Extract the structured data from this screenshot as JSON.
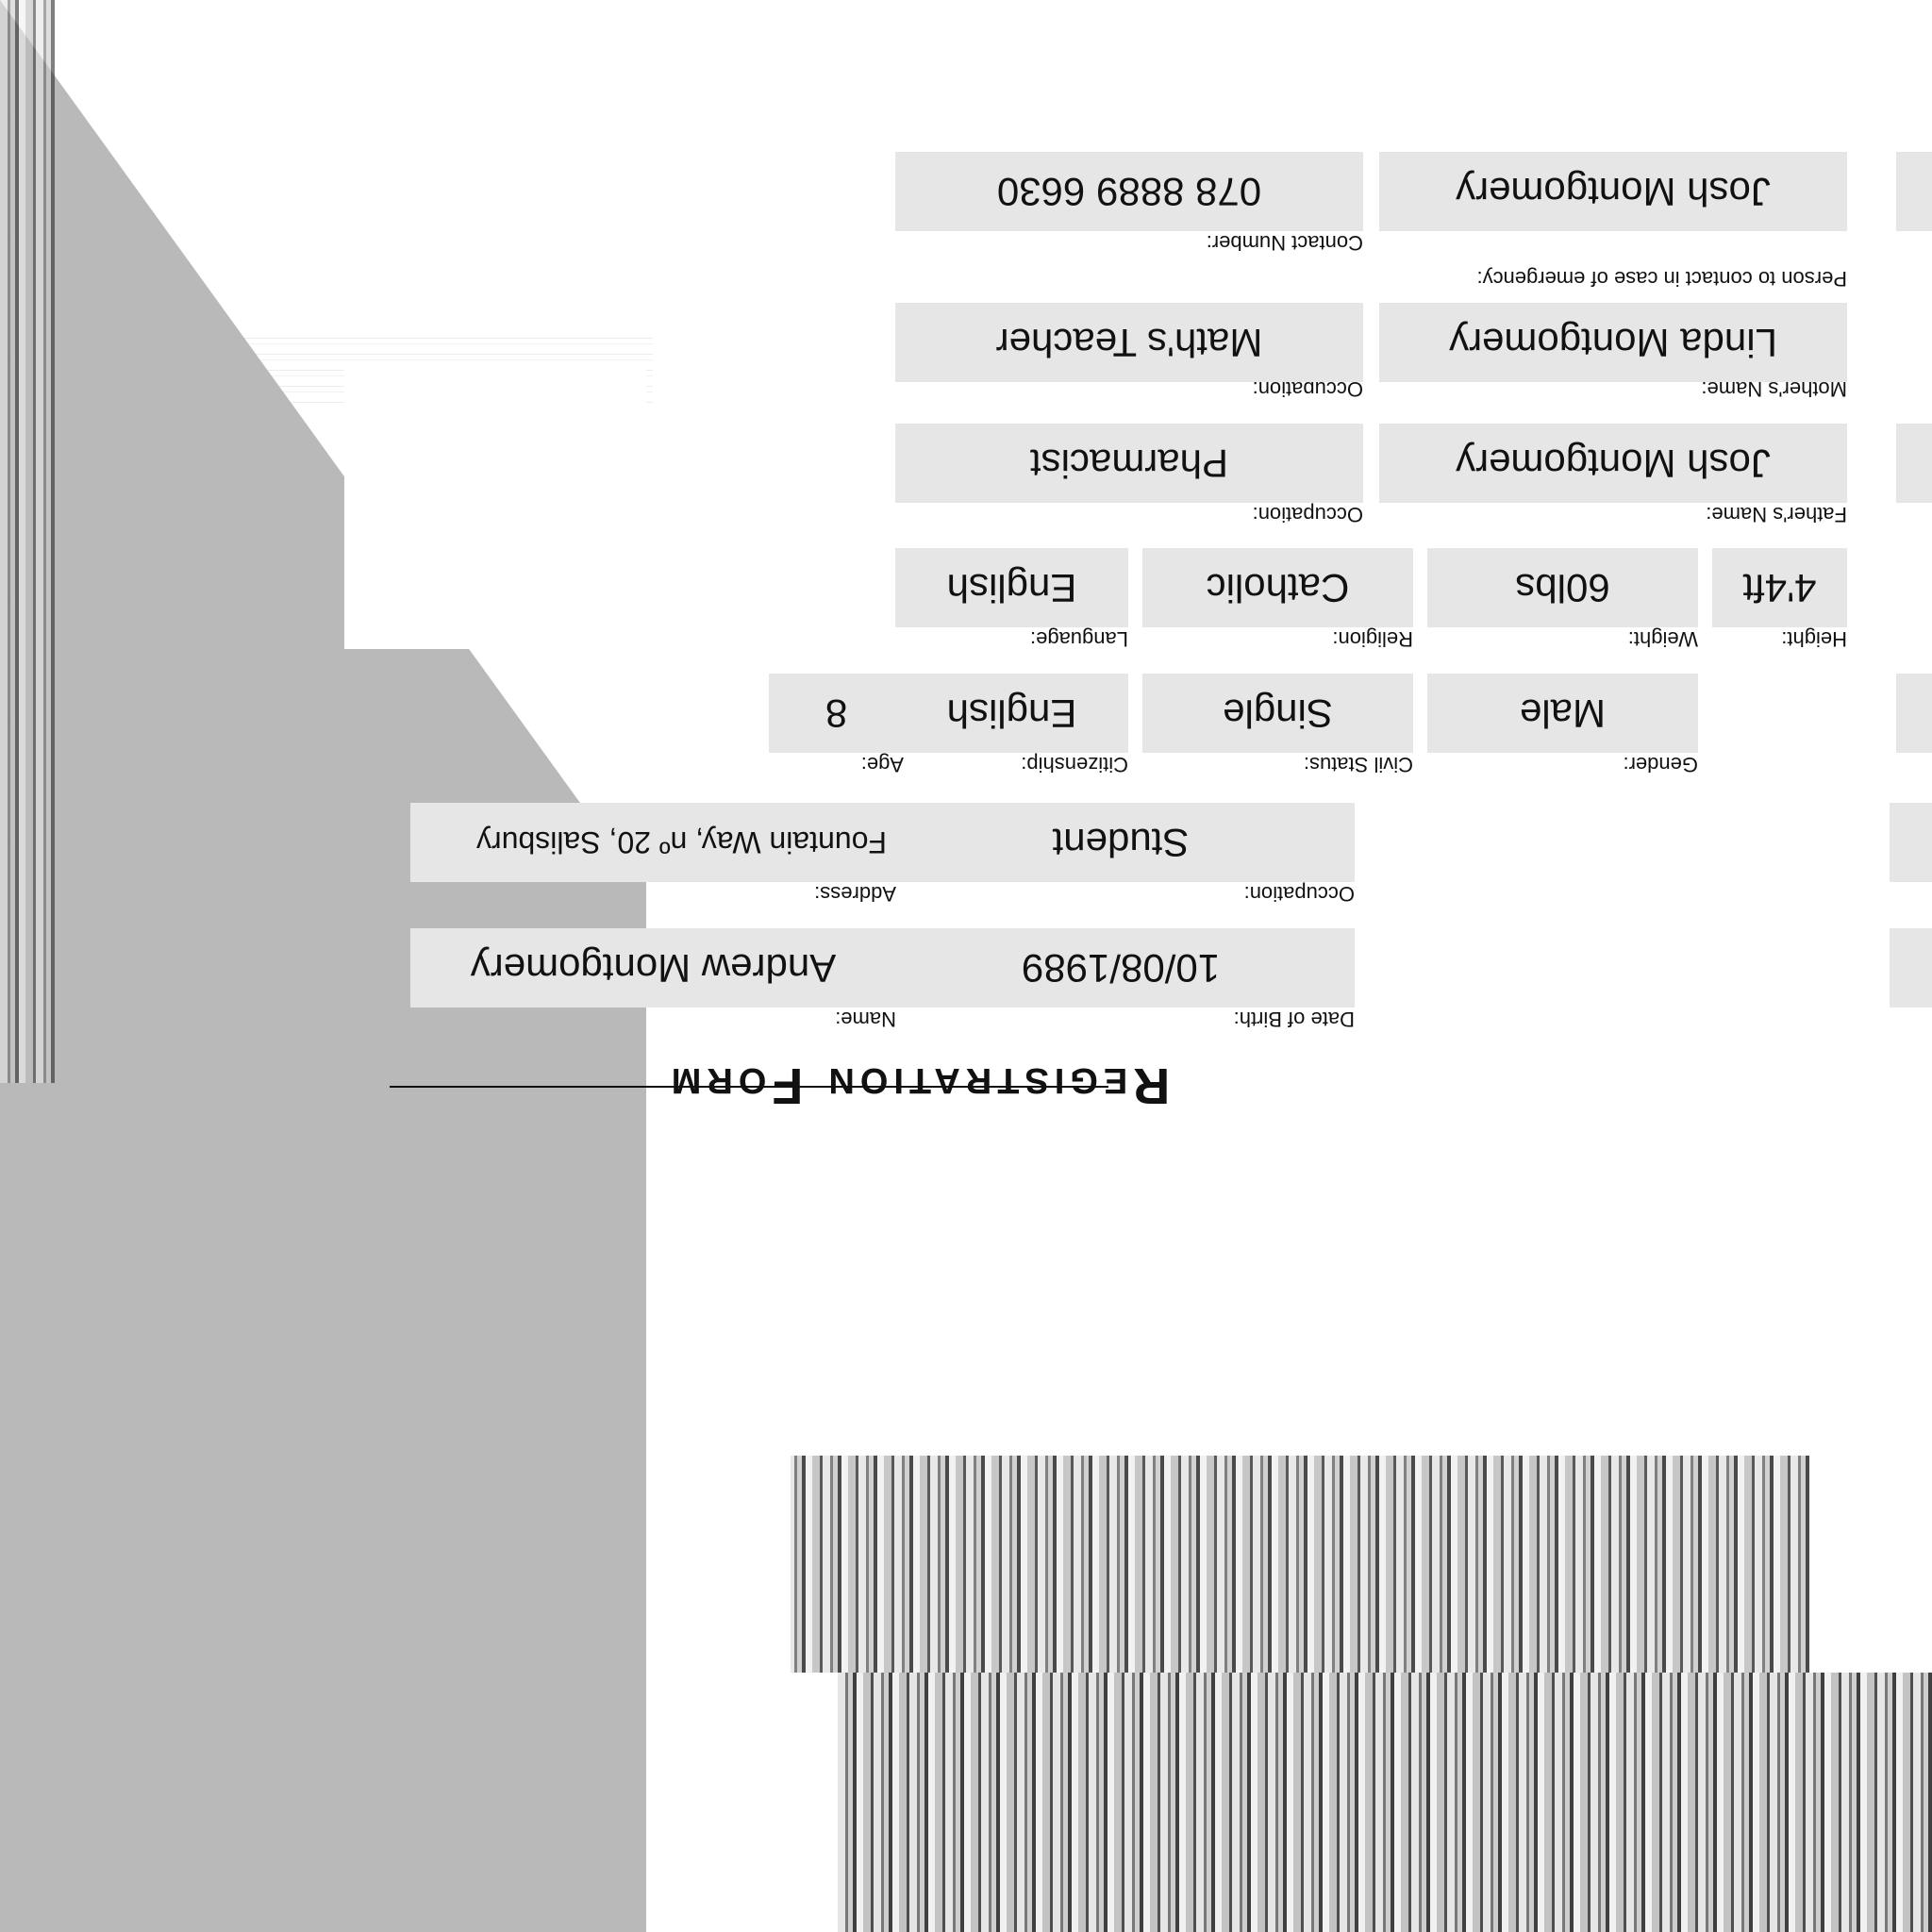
{
  "form": {
    "title": "Registration Form",
    "fields": {
      "name": {
        "label": "Name:",
        "value": "Andrew Montgomery"
      },
      "date_of_birth": {
        "label": "Date of Birth:",
        "value": "10/08/1989"
      },
      "address": {
        "label": "Address:",
        "value": "Fountain Way, nº 20, Salisbury"
      },
      "occupation": {
        "label": "Occupation:",
        "value": "Student"
      },
      "age": {
        "label": "Age:",
        "value": "8"
      },
      "gender": {
        "label": "Gender:",
        "value": "Male"
      },
      "civil_status": {
        "label": "Civil Status:",
        "value": "Single"
      },
      "citizenship": {
        "label": "Citizenship:",
        "value": "English"
      },
      "height": {
        "label": "Height:",
        "value": "4'4ft"
      },
      "weight": {
        "label": "Weight:",
        "value": "60lbs"
      },
      "religion": {
        "label": "Religion:",
        "value": "Catholic"
      },
      "language": {
        "label": "Language:",
        "value": "English"
      },
      "fathers_name": {
        "label": "Father's Name:",
        "value": "Josh Montgomery"
      },
      "father_occupation": {
        "label": "Occupation:",
        "value": "Pharmacist"
      },
      "mothers_name": {
        "label": "Mother's Name:",
        "value": "Linda Montgomery"
      },
      "mother_occupation": {
        "label": "Occupation:",
        "value": "Math's Teacher"
      },
      "emergency_contact": {
        "label": "Person to contact in case of emergency:",
        "value": "Josh Montgomery"
      },
      "contact_number": {
        "label": "Contact Number:",
        "value": "078 8889 6630"
      }
    }
  },
  "colors": {
    "field_bg": "#e6e6e6",
    "panel_gray": "#b9b9b9",
    "text": "#111111"
  }
}
